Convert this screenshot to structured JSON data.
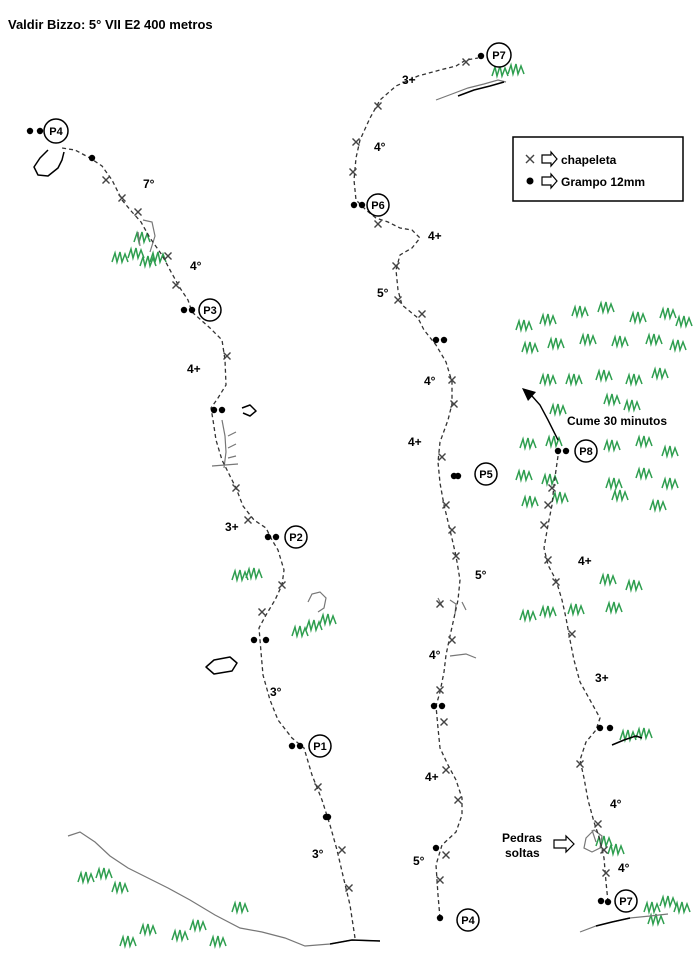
{
  "title": "Valdir Bizzo: 5° VII E2 400 metros",
  "legend": {
    "bolt_label": "chapeleta",
    "anchor_label": "Grampo 12mm"
  },
  "stations": [
    "P1",
    "P2",
    "P3",
    "P4",
    "P4",
    "P5",
    "P6",
    "P7",
    "P7",
    "P8"
  ],
  "grades": {
    "left": [
      "3°",
      "3°",
      "3+",
      "4+",
      "4°",
      "7°"
    ],
    "middle": [
      "5°",
      "4+",
      "4°",
      "5°",
      "4+",
      "4°",
      "5°",
      "4+",
      "4°",
      "3+"
    ],
    "right": [
      "4°",
      "4°",
      "3+",
      "4+"
    ]
  },
  "notes": {
    "summit": "Cume 30 minutos",
    "loose_rock_1": "Pedras",
    "loose_rock_2": "soltas"
  }
}
